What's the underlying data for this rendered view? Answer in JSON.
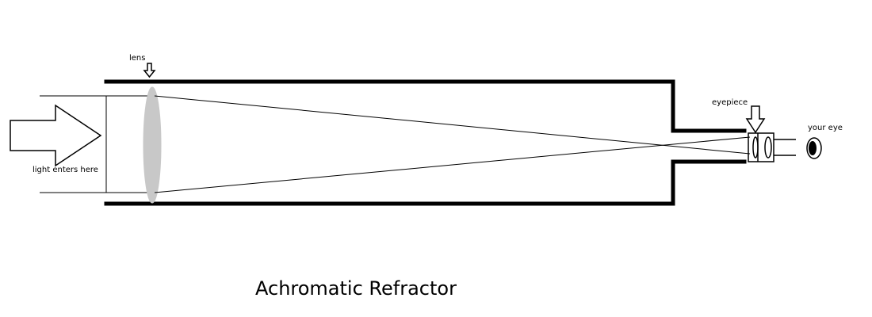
{
  "diagram": {
    "title": "Achromatic Refractor",
    "labels": {
      "lens": "lens",
      "light_entry": "light enters here",
      "eyepiece": "eyepiece",
      "eye": "your eye"
    }
  },
  "colors": {
    "ink": "#000000",
    "lens_fill": "#c8c8c8",
    "background": "#ffffff"
  }
}
